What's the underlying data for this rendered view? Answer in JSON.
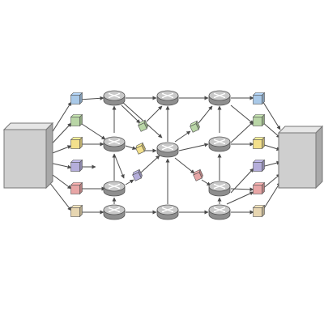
{
  "colors": {
    "background": "#ffffff",
    "edge": "#4a4a4a",
    "router_top": "#c9c9c9",
    "router_side": "#8e8e8e",
    "router_stroke": "#555555",
    "server_front": "#cfcfcf",
    "server_side": "#a8a8a8",
    "server_top": "#e6e6e6",
    "cube_blue": "#a9c9e8",
    "cube_green": "#b9d6a6",
    "cube_yellow": "#f3e08c",
    "cube_purple": "#b5aedb",
    "cube_red": "#e8a6a6",
    "cube_tan": "#e7d6b1"
  },
  "icons": {
    "router": "router-icon",
    "server": "server-icon",
    "packet": "packet-cube-icon"
  },
  "diagram": {
    "servers": [
      {
        "id": "source-server"
      },
      {
        "id": "destination-server"
      }
    ],
    "routers": [
      {
        "id": "r-l1"
      },
      {
        "id": "r-l2"
      },
      {
        "id": "r-l3"
      },
      {
        "id": "r-l4"
      },
      {
        "id": "r-m1"
      },
      {
        "id": "r-m2"
      },
      {
        "id": "r-m3"
      },
      {
        "id": "r-r1"
      },
      {
        "id": "r-r2"
      },
      {
        "id": "r-r3"
      },
      {
        "id": "r-r4"
      }
    ],
    "packets": [
      {
        "id": "in-blue",
        "color": "blue"
      },
      {
        "id": "in-green",
        "color": "green"
      },
      {
        "id": "in-yellow",
        "color": "yellow"
      },
      {
        "id": "in-purple",
        "color": "purple"
      },
      {
        "id": "in-red",
        "color": "red"
      },
      {
        "id": "in-tan",
        "color": "tan"
      },
      {
        "id": "out-blue",
        "color": "blue"
      },
      {
        "id": "out-green",
        "color": "green"
      },
      {
        "id": "out-yellow",
        "color": "yellow"
      },
      {
        "id": "out-purple",
        "color": "purple"
      },
      {
        "id": "out-red",
        "color": "red"
      },
      {
        "id": "out-tan",
        "color": "tan"
      },
      {
        "id": "transit-green-1",
        "color": "green"
      },
      {
        "id": "transit-green-2",
        "color": "green"
      },
      {
        "id": "transit-yellow",
        "color": "yellow"
      },
      {
        "id": "transit-purple",
        "color": "purple"
      },
      {
        "id": "transit-red",
        "color": "red"
      }
    ],
    "edge_count": 52
  }
}
